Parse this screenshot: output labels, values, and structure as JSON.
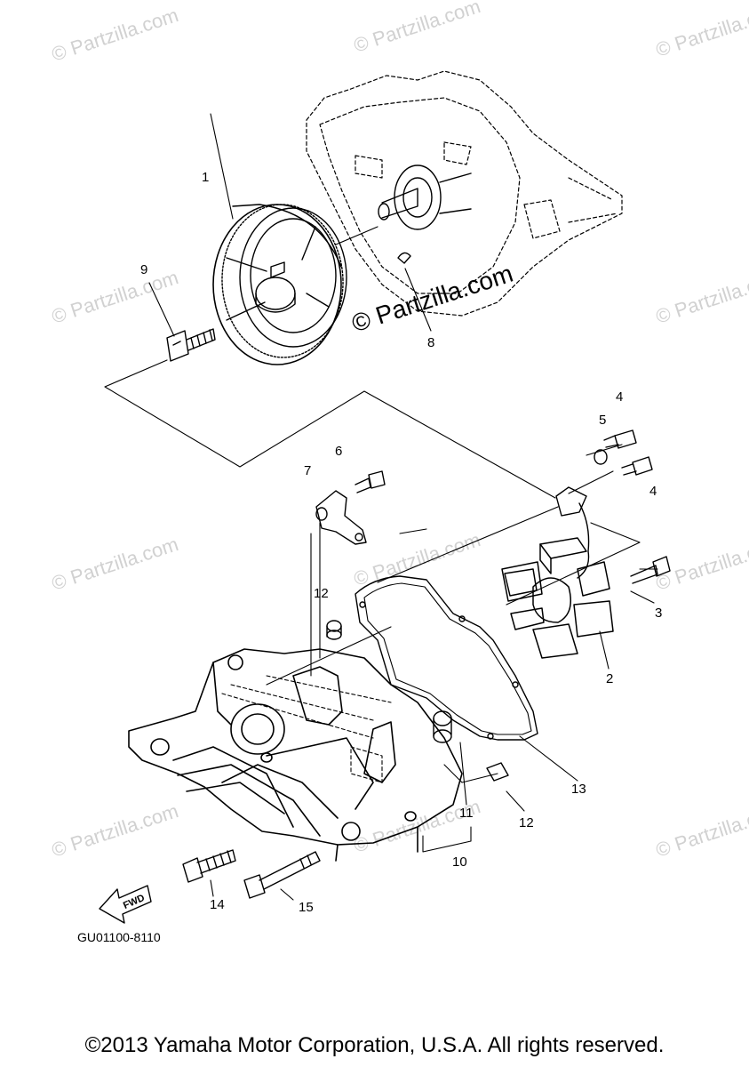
{
  "watermark": "© Partzilla.com",
  "callouts": {
    "c1": "1",
    "c2": "2",
    "c3": "3",
    "c4a": "4",
    "c4b": "4",
    "c5": "5",
    "c6": "6",
    "c7": "7",
    "c8": "8",
    "c9": "9",
    "c10": "10",
    "c11": "11",
    "c12a": "12",
    "c12b": "12",
    "c13": "13",
    "c14": "14",
    "c15": "15"
  },
  "fwd_label": "FWD",
  "diagram_code": "GU01100-8110",
  "copyright": "©2013 Yamaha Motor Corporation, U.S.A. All rights reserved."
}
